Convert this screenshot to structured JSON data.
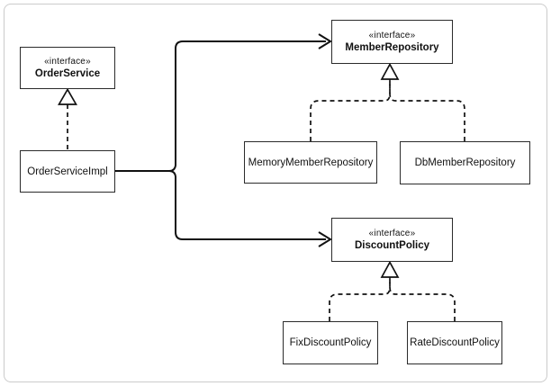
{
  "diagram": {
    "kind": "uml-class-diagram",
    "nodes": {
      "order_service": {
        "stereotype": "«interface»",
        "name": "OrderService"
      },
      "order_service_impl": {
        "name": "OrderServiceImpl"
      },
      "member_repository": {
        "stereotype": "«interface»",
        "name": "MemberRepository"
      },
      "memory_member_repository": {
        "name": "MemoryMemberRepository"
      },
      "db_member_repository": {
        "name": "DbMemberRepository"
      },
      "discount_policy": {
        "stereotype": "«interface»",
        "name": "DiscountPolicy"
      },
      "fix_discount_policy": {
        "name": "FixDiscountPolicy"
      },
      "rate_discount_policy": {
        "name": "RateDiscountPolicy"
      }
    },
    "relationships": [
      {
        "type": "realization-dashed-triangle",
        "from": "OrderServiceImpl",
        "to": "OrderService"
      },
      {
        "type": "dependency-solid-open-arrow",
        "from": "OrderServiceImpl",
        "to": "MemberRepository"
      },
      {
        "type": "dependency-solid-open-arrow",
        "from": "OrderServiceImpl",
        "to": "DiscountPolicy"
      },
      {
        "type": "realization-dashed-triangle",
        "from": "MemoryMemberRepository",
        "to": "MemberRepository"
      },
      {
        "type": "realization-dashed-triangle",
        "from": "DbMemberRepository",
        "to": "MemberRepository"
      },
      {
        "type": "realization-dashed-triangle",
        "from": "FixDiscountPolicy",
        "to": "DiscountPolicy"
      },
      {
        "type": "realization-dashed-triangle",
        "from": "RateDiscountPolicy",
        "to": "DiscountPolicy"
      }
    ],
    "colors": {
      "line": "#111111",
      "box_border": "#2b2b2b",
      "frame_border": "#cbcbcb",
      "background": "#ffffff",
      "text": "#111111"
    }
  }
}
